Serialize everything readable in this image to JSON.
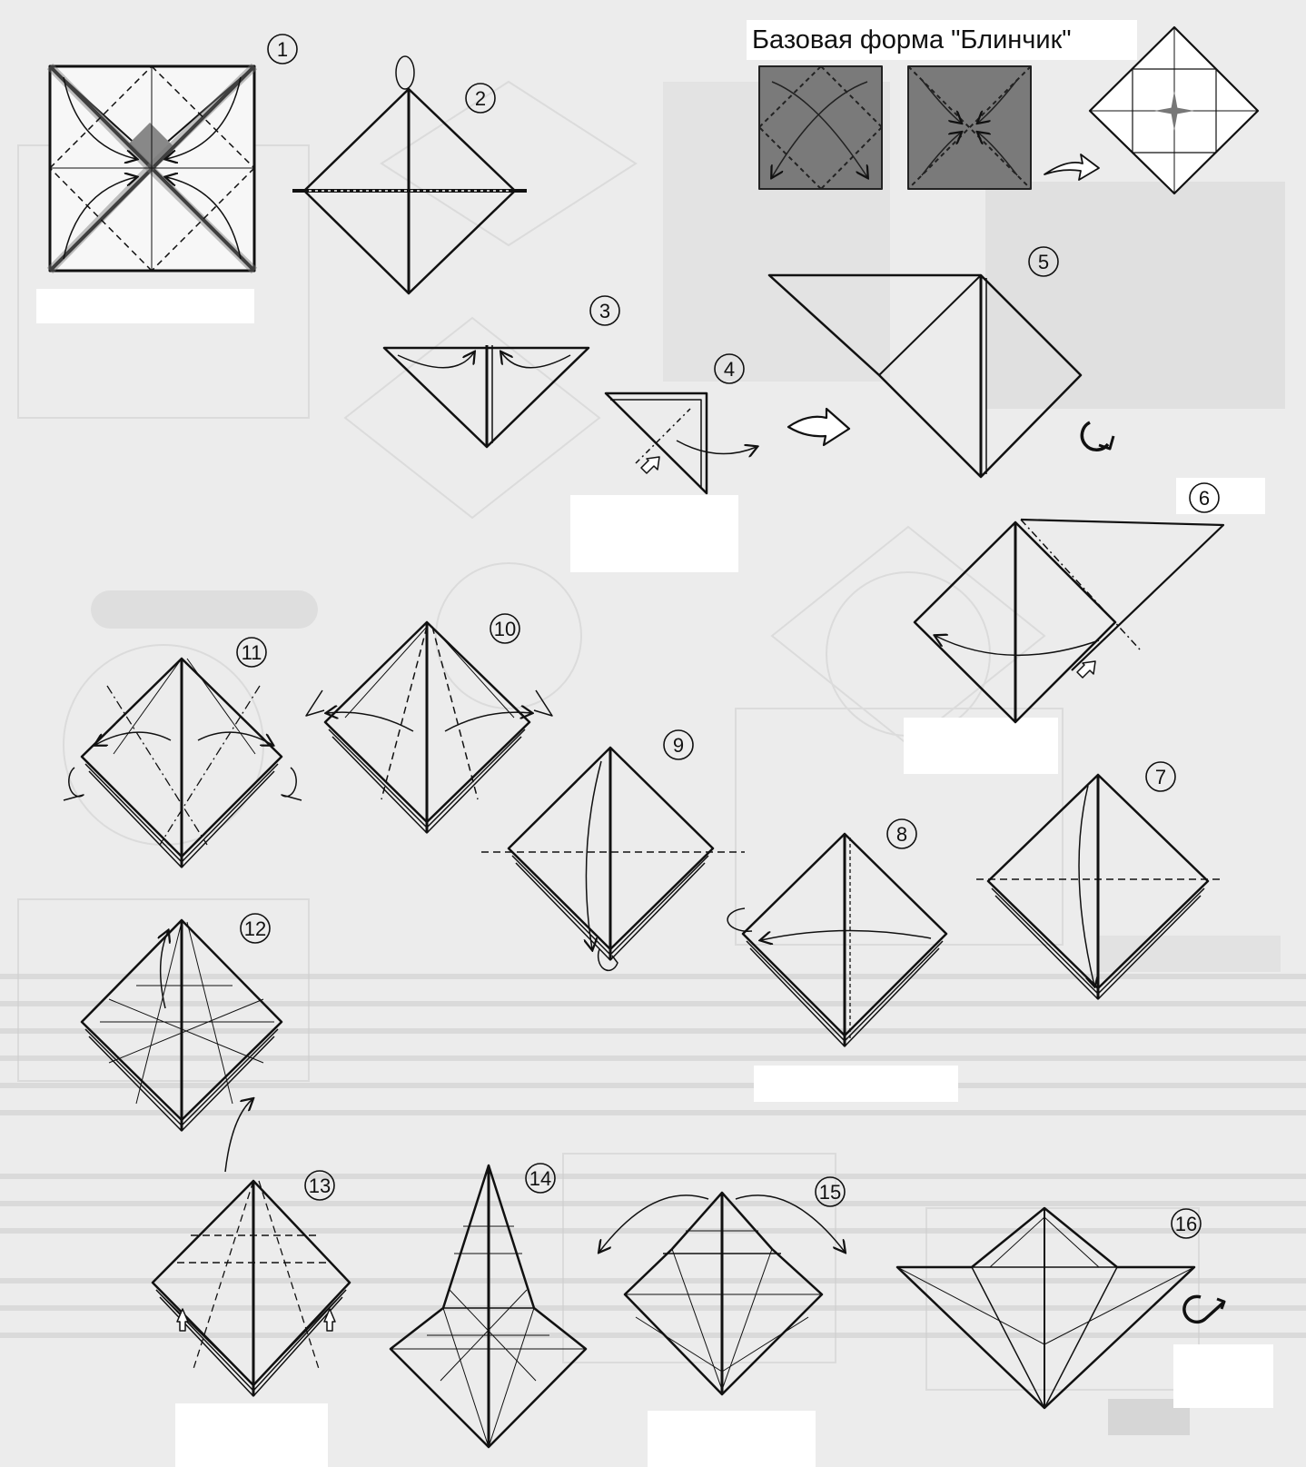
{
  "title": "Базовая форма \"Блинчик\"",
  "steps": {
    "s1": "1",
    "s2": "2",
    "s3": "3",
    "s4": "4",
    "s5": "5",
    "s6": "6",
    "s7": "7",
    "s8": "8",
    "s9": "9",
    "s10": "10",
    "s11": "11",
    "s12": "12",
    "s13": "13",
    "s14": "14",
    "s15": "15",
    "s16": "16"
  },
  "colors": {
    "paper": "#ececec",
    "line": "#111111",
    "colored_side": "#7a7a7a",
    "label_cover": "#ffffff"
  },
  "icons": [
    "valley-fold-arrow",
    "mountain-fold-arrow",
    "turn-over-icon",
    "push-arrow-icon"
  ]
}
